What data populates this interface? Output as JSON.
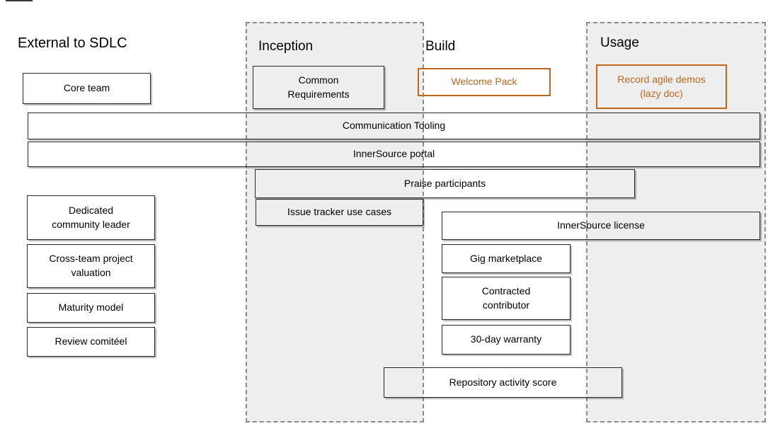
{
  "headings": {
    "external": "External to SDLC"
  },
  "columns": {
    "inception": {
      "title": "Inception"
    },
    "build": {
      "title": "Build"
    },
    "usage": {
      "title": "Usage"
    }
  },
  "cards": {
    "core_team": "Core team",
    "common_requirements": "Common\nRequirements",
    "welcome_pack": "Welcome Pack",
    "record_agile_demos": "Record agile demos\n(lazy doc)",
    "communication_tooling": "Communication Tooling",
    "innersource_portal": "InnerSource portal",
    "praise_participants": "Praise participants",
    "issue_tracker_use_cases": "Issue tracker use cases",
    "dedicated_community_leader": "Dedicated\ncommunity leader",
    "cross_team_project_valuation": "Cross-team project\nvaluation",
    "maturity_model": "Maturity model",
    "review_comiteel": "Review comitéel",
    "innersource_license": "InnerSource license",
    "gig_marketplace": "Gig marketplace",
    "contracted_contributor": "Contracted\ncontributor",
    "thirty_day_warranty": "30-day warranty",
    "repository_activity_score": "Repository activity score"
  },
  "colors": {
    "accent_orange": "#bf671d",
    "column_fill": "#eeeeee",
    "column_border": "#8c8c8c",
    "card_border": "#262626",
    "text": "#000000",
    "background": "#ffffff"
  }
}
